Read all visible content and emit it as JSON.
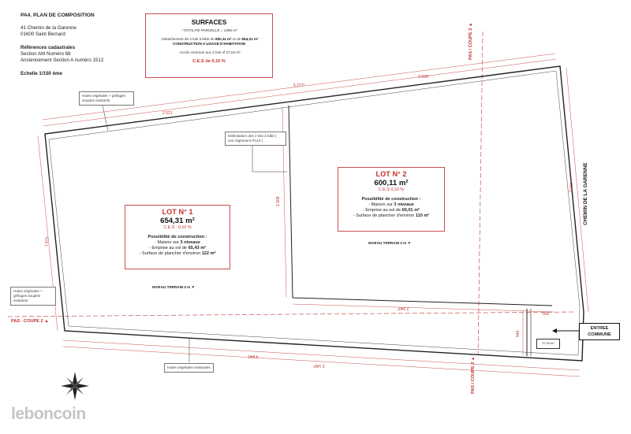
{
  "header": {
    "title": "PA4. PLAN DE COMPOSITION",
    "address_line1": "41 Chemin de la Garenne",
    "address_line2": "01600 Saint Bernard",
    "refs_title": "Références cadastrales",
    "refs_line1": "Section AM Numéro 68",
    "refs_line2": "Anciennement Section A numéro 1512",
    "scale": "Echelle 1/150 ème"
  },
  "surfaces": {
    "title": "SURFACES",
    "total": "- TOTALITE PARCELLE = 1285 m²",
    "detachement_a": "- Détachement de 2 lots à bâtir de ",
    "detachement_v1": "600,11 m²",
    "detachement_b": " et de ",
    "detachement_v2": "654,31 m²",
    "construction": "CONSTRUCTION A USAGE D'HABITATION",
    "acces": "- Accès commun aux 2 lots of 27,04 m²",
    "ces": "C.E.S de 0,10 %"
  },
  "lot1": {
    "name": "LOT N° 1",
    "area": "654,31 m²",
    "ces": "C.E.S : 0,10 %",
    "possibilite": "Possibilité de construction :",
    "l1a": "- Maison sur ",
    "l1b": "3 niveaux",
    "l2a": "- Emprise au sol de ",
    "l2b": "65,43 m²",
    "l3a": "- Surface de plancher d'environ ",
    "l3b": "122 m²",
    "niveau": "NIVEAU TERRAIN 0 m ▼"
  },
  "lot2": {
    "name": "LOT N° 2",
    "area": "600,11 m²",
    "ces": "C.E.S 0,10 %",
    "possibilite": "Possibilité de construction :",
    "l1a": "- Maison sur ",
    "l1b": "3 niveaux",
    "l2a": "- Emprise au sol de ",
    "l2b": "60,01 m²",
    "l3a": "- Surface de plancher d'environ ",
    "l3b": "110 m²",
    "niveau": "NIVEAU TERRAIN 0 m ▼"
  },
  "notes": {
    "haies_top": "Haies végétales + grillages souples existants",
    "delimitation": "Délimitation des 2 lots à bâtir ( voir règlement PA10 )",
    "haies_left": "Haies végétales + grillages souples existants",
    "haies_bottom": "Haies végétales existantes"
  },
  "labels": {
    "chemin": "CHEMIN DE LA GARENNE",
    "pas_coupe_horizontal": "PAS - COUPE 2 ▲",
    "pas_coupe_vertical": "PAS / COUPE 2 ▲",
    "entree_1": "ENTREE",
    "entree_2": "COMMUNE",
    "acces_area": "27,04 m²",
    "watermark": "leboncoin"
  },
  "dimensions": {
    "top_total": "5 277⁰",
    "top_left": "2 521",
    "top_right": "2 696⁰",
    "left": "1 873",
    "middle": "1 909",
    "right": "2 438",
    "inner_bottom": "2 340⁰",
    "bottom_total": "5 146⁰",
    "bottom_left": "4 640",
    "entry_w": "300",
    "entry_h": "540"
  },
  "colors": {
    "accent": "#c03030",
    "line": "#222222",
    "guide": "#c85050"
  }
}
